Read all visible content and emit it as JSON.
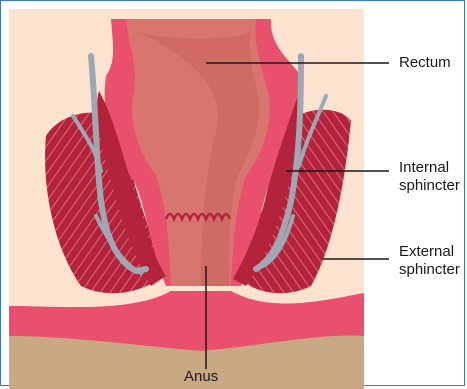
{
  "labels": {
    "rectum": "Rectum",
    "internal_line1": "Internal",
    "internal_line2": "sphincter",
    "external_line1": "External",
    "external_line2": "sphincter",
    "anus": "Anus"
  },
  "colors": {
    "background_skin": "#fbe3cf",
    "outer_wall": "#e8506e",
    "muscle": "#b4233c",
    "muscle_stripes": "#e06070",
    "lumen": "#d9756f",
    "lumen_shadow": "#c65f5c",
    "nerve": "#9fa7b3",
    "skin_tan": "#c9a984",
    "border": "#3c78b4"
  }
}
